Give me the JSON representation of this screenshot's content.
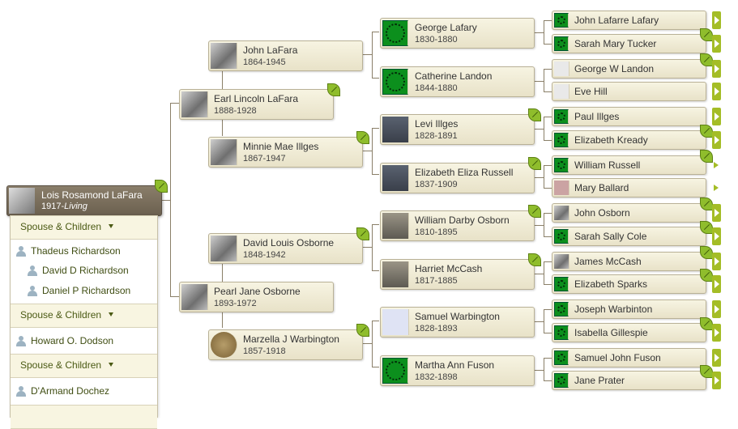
{
  "focus": {
    "name": "Lois Rosamond LaFara",
    "birth": "1917-",
    "status": "Living"
  },
  "family_panel": {
    "groups": [
      {
        "header": "Spouse & Children",
        "spouse": "Thadeus Richardson",
        "children": [
          "David D Richardson",
          "Daniel P Richardson"
        ]
      },
      {
        "header": "Spouse & Children",
        "spouse": "Howard O. Dodson",
        "children": []
      },
      {
        "header": "Spouse & Children",
        "spouse": "D'Armand Dochez",
        "children": []
      }
    ]
  },
  "parents": [
    {
      "name": "Earl Lincoln LaFara",
      "dates": "1888-1928",
      "hint": true,
      "photo": "portrait"
    },
    {
      "name": "Pearl Jane Osborne",
      "dates": "1893-1972",
      "hint": false,
      "photo": "portrait"
    }
  ],
  "grandparents": [
    {
      "name": "John LaFara",
      "dates": "1864-1945",
      "hint": false,
      "photo": "portrait"
    },
    {
      "name": "Minnie Mae Illges",
      "dates": "1867-1947",
      "hint": true,
      "photo": "portrait"
    },
    {
      "name": "David Louis Osborne",
      "dates": "1848-1942",
      "hint": true,
      "photo": "portrait"
    },
    {
      "name": "Marzella J Warbington",
      "dates": "1857-1918",
      "hint": true,
      "photo": "sepia-portrait"
    }
  ],
  "great_grandparents": [
    {
      "name": "George Lafary",
      "dates": "1830-1880",
      "hint": false,
      "photo": "green-emblem"
    },
    {
      "name": "Catherine Landon",
      "dates": "1844-1880",
      "hint": false,
      "photo": "green-emblem"
    },
    {
      "name": "Levi Illges",
      "dates": "1828-1891",
      "hint": true,
      "photo": "group-photo"
    },
    {
      "name": "Elizabeth Eliza Russell",
      "dates": "1837-1909",
      "hint": true,
      "photo": "group-photo"
    },
    {
      "name": "William Darby Osborn",
      "dates": "1810-1895",
      "hint": true,
      "photo": "gravestone"
    },
    {
      "name": "Harriet McCash",
      "dates": "1817-1885",
      "hint": true,
      "photo": "gravestone"
    },
    {
      "name": "Samuel Warbington",
      "dates": "1828-1893",
      "hint": false,
      "photo": "civil-war-vet"
    },
    {
      "name": "Martha Ann Fuson",
      "dates": "1832-1898",
      "hint": false,
      "photo": "green-emblem"
    }
  ],
  "gen4": [
    {
      "name": "John Lafarre Lafary",
      "hint": false,
      "more": "button",
      "photo": "green-emblem"
    },
    {
      "name": "Sarah Mary Tucker",
      "hint": true,
      "more": "button",
      "photo": "green-emblem"
    },
    {
      "name": "George W Landon",
      "hint": true,
      "more": "button",
      "photo": "blank"
    },
    {
      "name": "Eve Hill",
      "hint": false,
      "more": "button",
      "photo": "blank"
    },
    {
      "name": "Paul Illges",
      "hint": false,
      "more": "button",
      "photo": "green-emblem"
    },
    {
      "name": "Elizabeth Kready",
      "hint": true,
      "more": "button",
      "photo": "green-emblem"
    },
    {
      "name": "William Russell",
      "hint": true,
      "more": "plain",
      "photo": "green-emblem"
    },
    {
      "name": "Mary Ballard",
      "hint": false,
      "more": "plain",
      "photo": "female-silhouette"
    },
    {
      "name": "John Osborn",
      "hint": true,
      "more": "button",
      "photo": "portrait"
    },
    {
      "name": "Sarah Sally Cole",
      "hint": true,
      "more": "button",
      "photo": "green-emblem"
    },
    {
      "name": "James McCash",
      "hint": true,
      "more": "button",
      "photo": "portrait"
    },
    {
      "name": "Elizabeth Sparks",
      "hint": true,
      "more": "button",
      "photo": "green-emblem"
    },
    {
      "name": "Joseph Warbinton",
      "hint": false,
      "more": "button",
      "photo": "green-emblem"
    },
    {
      "name": "Isabella Gillespie",
      "hint": true,
      "more": "button",
      "photo": "green-emblem"
    },
    {
      "name": "Samuel John Fuson",
      "hint": false,
      "more": "button",
      "photo": "green-emblem"
    },
    {
      "name": "Jane Prater",
      "hint": true,
      "more": "button",
      "photo": "green-emblem"
    }
  ],
  "colors": {
    "focus_bg": "#6b604f",
    "card_bg": "#efeacf",
    "hint_leaf": "#8fbd2c",
    "more_button": "#a4bd26",
    "link_text": "#3f4d12"
  }
}
